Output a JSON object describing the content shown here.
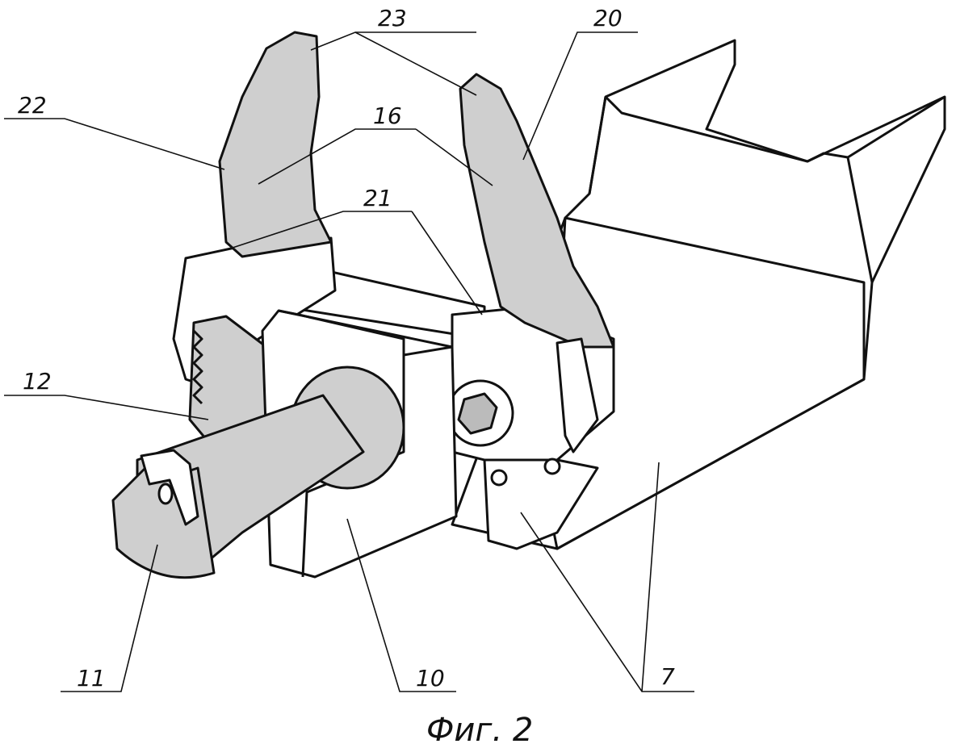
{
  "figure": {
    "caption": "Фиг. 2",
    "labels": {
      "l23": "23",
      "l20": "20",
      "l22": "22",
      "l16": "16",
      "l21": "21",
      "l12": "12",
      "l11": "11",
      "l10": "10",
      "l7": "7"
    }
  }
}
